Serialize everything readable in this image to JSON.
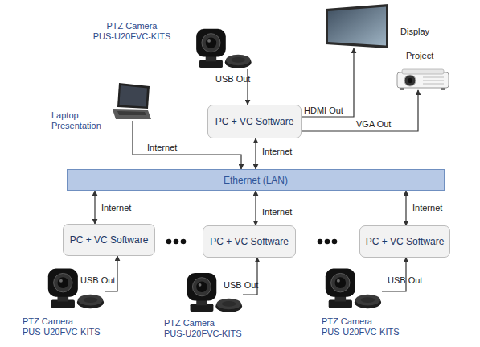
{
  "diagram": {
    "nodes": [
      {
        "text": [
          "PTZ Camera",
          "PUS-U20FVC-KITS"
        ]
      },
      {
        "text": [
          "Display"
        ]
      },
      {
        "text": [
          "Project"
        ]
      },
      {
        "text": [
          "Laptop Presentation"
        ]
      },
      {
        "text": [
          "PC + VC Software"
        ]
      },
      {
        "text": [
          "Ethernet (LAN)"
        ]
      },
      {
        "text": [
          "PC + VC Software"
        ]
      },
      {
        "text": [
          "PC + VC Software"
        ]
      },
      {
        "text": [
          "PC + VC Software"
        ]
      },
      {
        "text": [
          "PTZ Camera",
          "PUS-U20FVC-KITS"
        ]
      },
      {
        "text": [
          "PTZ Camera",
          "PUS-U20FVC-KITS"
        ]
      },
      {
        "text": [
          "PTZ Camera",
          "PUS-U20FVC-KITS"
        ]
      }
    ],
    "edges": [
      {
        "from": 0,
        "to": 4,
        "label": "USB Out",
        "arrow": "to"
      },
      {
        "from": 4,
        "to": 1,
        "label": "HDMI Out",
        "arrow": "to"
      },
      {
        "from": 4,
        "to": 2,
        "label": "VGA Out",
        "arrow": "to"
      },
      {
        "from": 3,
        "to": 5,
        "label": "Internet",
        "arrow": "to"
      },
      {
        "from": 4,
        "to": 5,
        "label": "Internet",
        "arrow": "both"
      },
      {
        "from": 5,
        "to": 6,
        "label": "Internet",
        "arrow": "both"
      },
      {
        "from": 5,
        "to": 7,
        "label": "Internet",
        "arrow": "both"
      },
      {
        "from": 5,
        "to": 8,
        "label": "Internet",
        "arrow": "both"
      },
      {
        "from": 9,
        "to": 6,
        "label": "USB Out",
        "arrow": "to"
      },
      {
        "from": 10,
        "to": 7,
        "label": "USB Out",
        "arrow": "to"
      },
      {
        "from": 11,
        "to": 8,
        "label": "USB Out",
        "arrow": "to"
      }
    ]
  }
}
